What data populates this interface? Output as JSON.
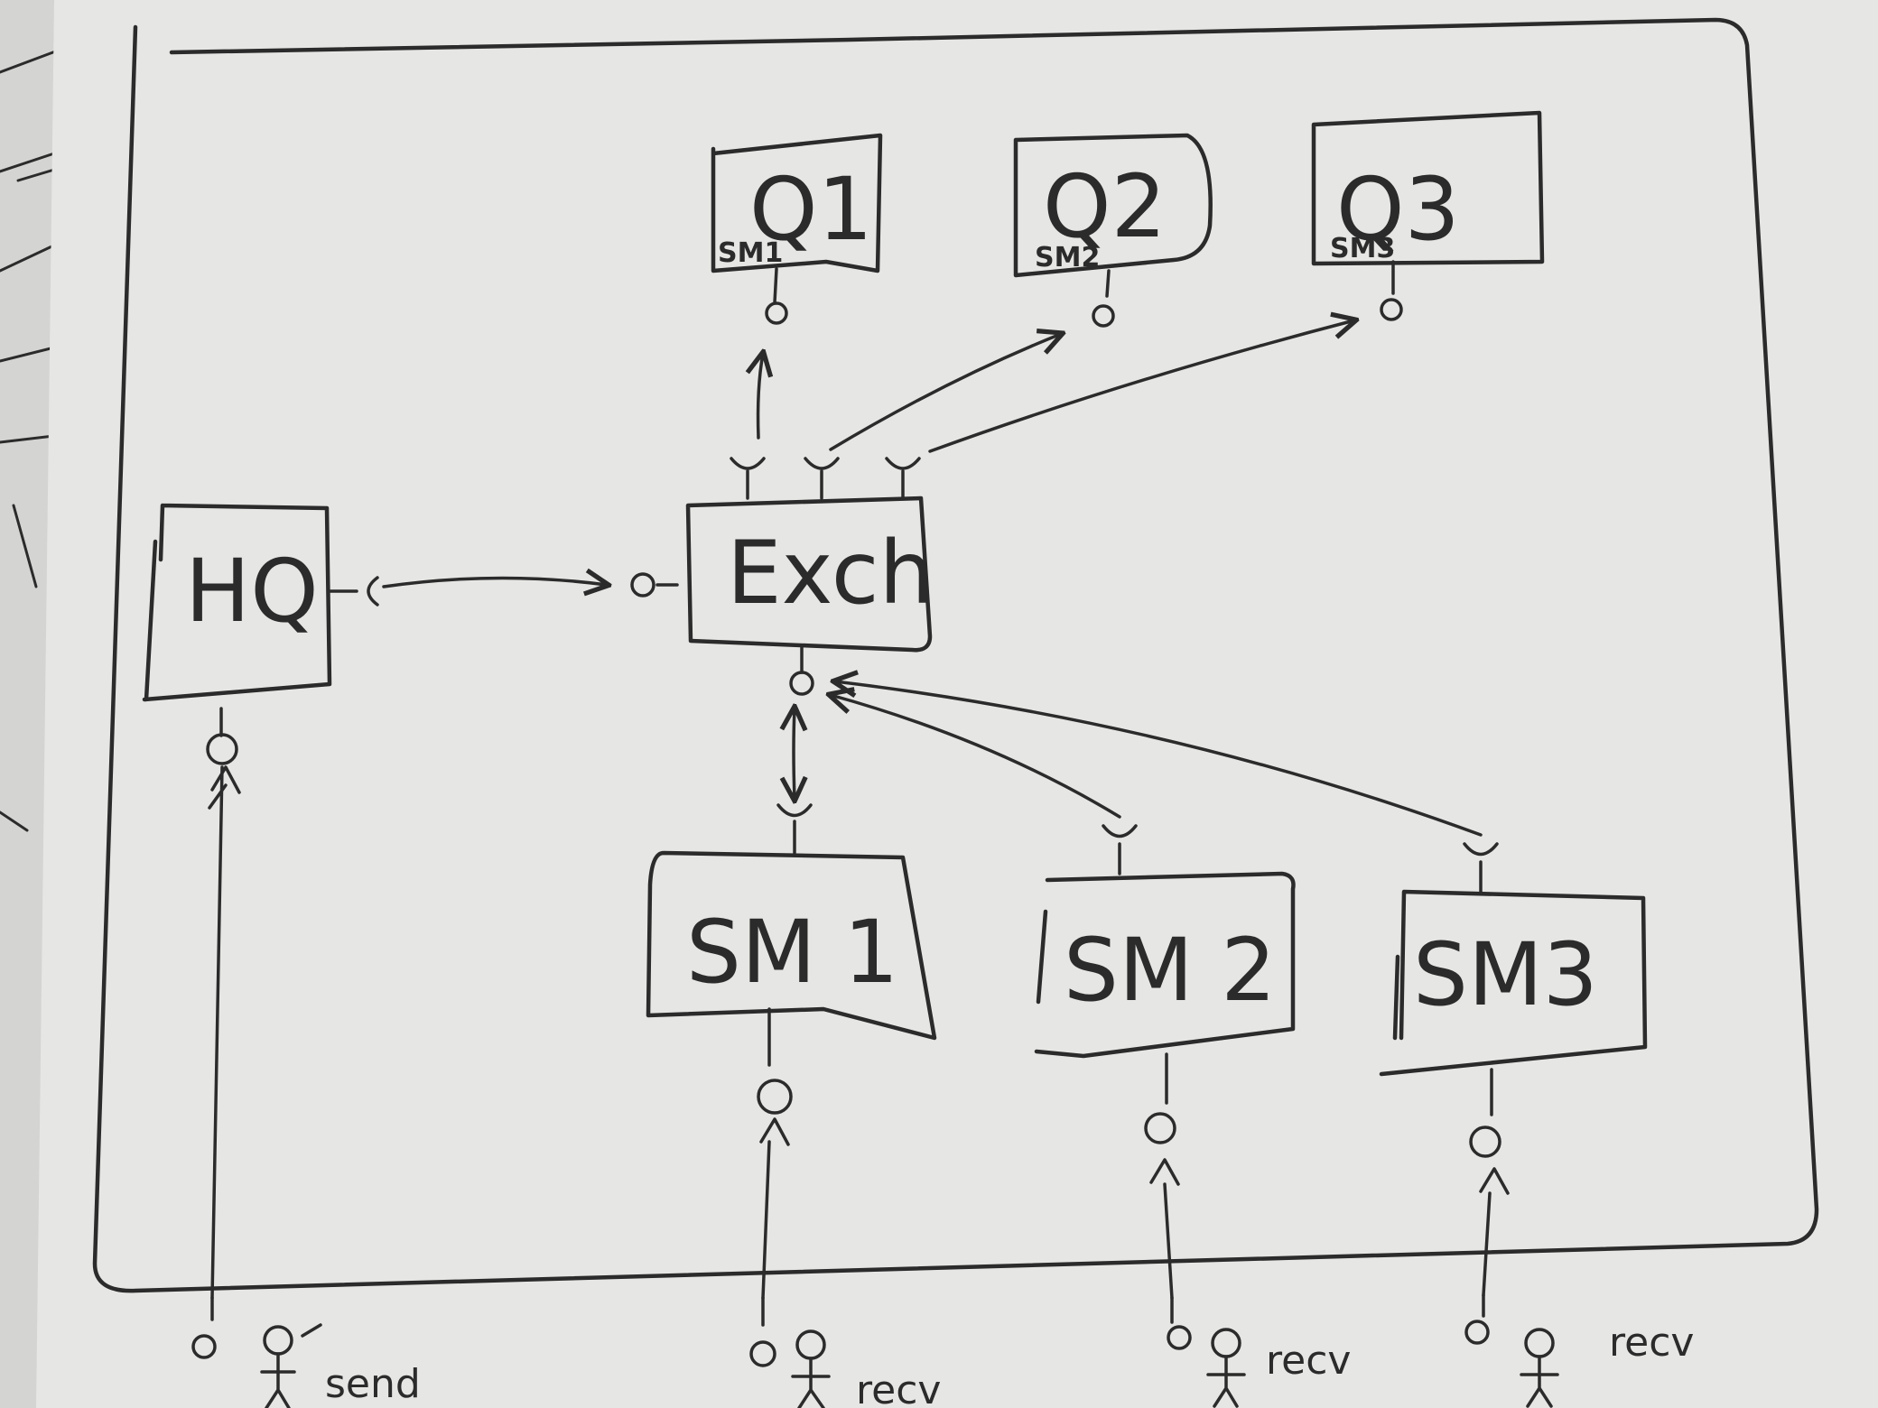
{
  "components": {
    "hq": {
      "label": "HQ"
    },
    "exchange": {
      "label": "Exch"
    },
    "queues": [
      {
        "label": "Q1",
        "tag": "SM1"
      },
      {
        "label": "Q2",
        "tag": "SM2"
      },
      {
        "label": "Q3",
        "tag": "SM3"
      }
    ],
    "state_machines": [
      {
        "label": "SM 1"
      },
      {
        "label": "SM 2"
      },
      {
        "label": "SM3"
      }
    ]
  },
  "actors": [
    {
      "action": "send"
    },
    {
      "action": "recv"
    },
    {
      "action": "recv"
    },
    {
      "action": "recv"
    }
  ],
  "colors": {
    "ink": "#2b2b2b",
    "paper": "#e6e6e4",
    "desk": "#bdbdbb"
  }
}
